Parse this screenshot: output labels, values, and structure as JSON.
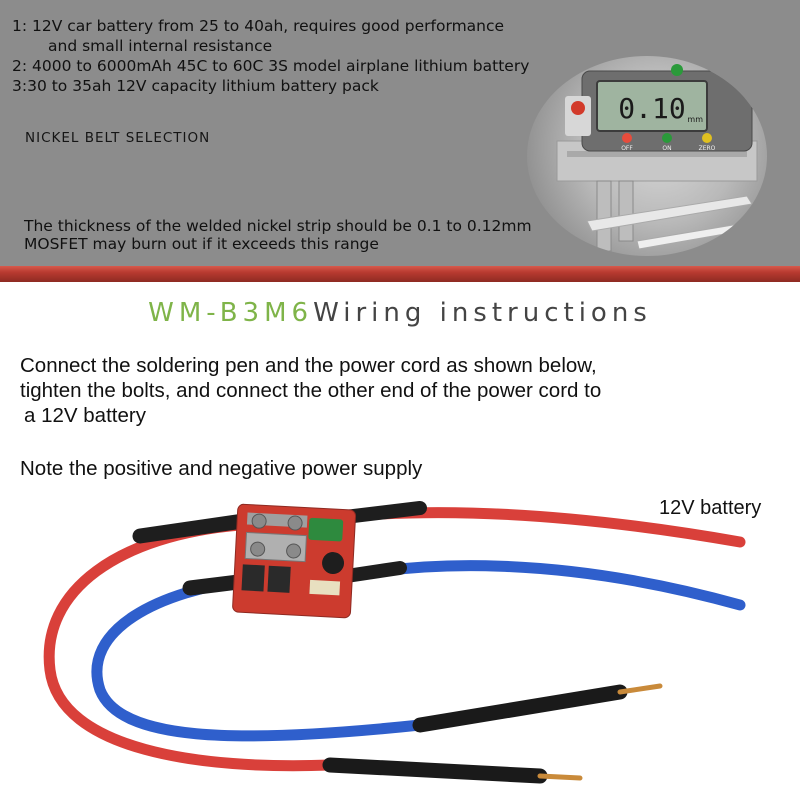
{
  "top_panel": {
    "requirements": [
      "1: 12V car battery from 25 to 40ah, requires good performance",
      "and small internal resistance",
      "2: 4000 to 6000mAh 45C to 60C 3S model airplane lithium battery",
      "3:30 to 35ah 12V capacity lithium battery pack"
    ],
    "nickel_title": "NICKEL BELT SELECTION",
    "nickel_notes": [
      "The thickness of the welded nickel strip should be 0.1 to 0.12mm",
      "MOSFET may burn out if it exceeds this range"
    ],
    "caliper": {
      "reading": "0.10",
      "unit": "mm",
      "button_off": "OFF",
      "button_on": "ON",
      "button_zero": "ZERO"
    }
  },
  "wiring": {
    "model": "WM-B3M6",
    "title_rest": "Wiring instructions",
    "instructions": [
      "Connect the soldering pen and the power cord as shown below,",
      "tighten the bolts, and connect the other end of the power cord to",
      "a 12V battery"
    ],
    "polarity_note": "Note the positive and negative power supply",
    "battery_label": "12V battery"
  },
  "colors": {
    "top_bg": "#8c8c8c",
    "divider": "#b83a30",
    "model_green": "#7fb449",
    "wire_red": "#d9403a",
    "wire_blue": "#2f5fcc",
    "board_red": "#cc3b2e"
  }
}
